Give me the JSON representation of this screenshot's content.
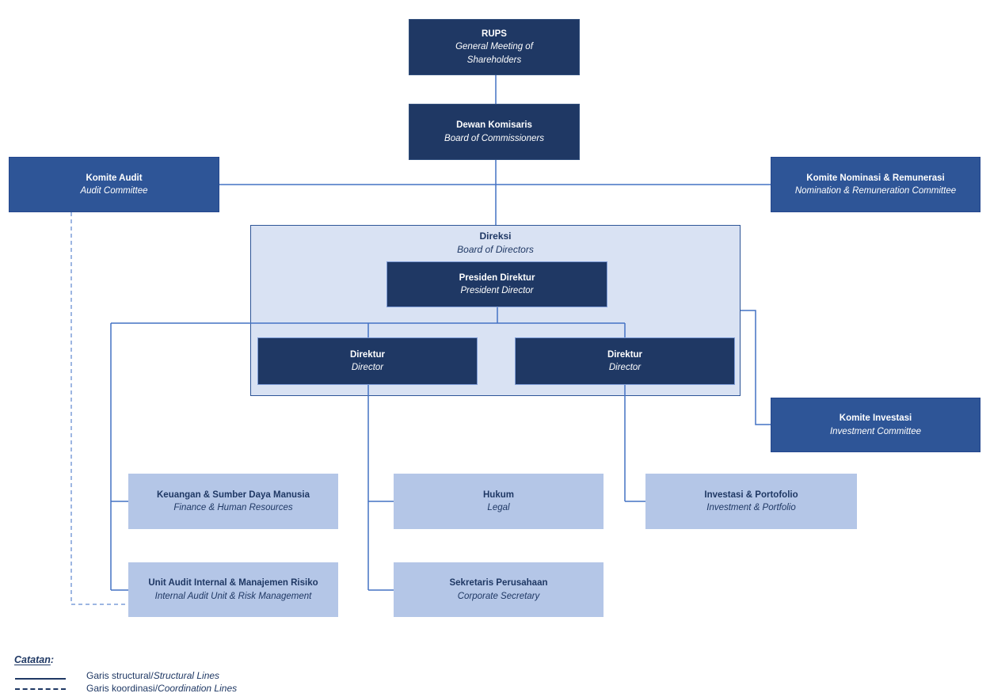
{
  "nodes": {
    "rups": {
      "title": "RUPS",
      "subtitle": "General Meeting of Shareholders"
    },
    "dewan_komisaris": {
      "title": "Dewan Komisaris",
      "subtitle": "Board of Commissioners"
    },
    "komite_audit": {
      "title": "Komite Audit",
      "subtitle": "Audit Committee"
    },
    "komite_nominasi": {
      "title": "Komite Nominasi & Remunerasi",
      "subtitle": "Nomination & Remuneration Committee"
    },
    "direksi": {
      "title": "Direksi",
      "subtitle": "Board of Directors"
    },
    "presiden_direktur": {
      "title": "Presiden Direktur",
      "subtitle": "President Director"
    },
    "direktur_1": {
      "title": "Direktur",
      "subtitle": "Director"
    },
    "direktur_2": {
      "title": "Direktur",
      "subtitle": "Director"
    },
    "komite_investasi": {
      "title": "Komite Investasi",
      "subtitle": "Investment Committee"
    },
    "keuangan_sdm": {
      "title": "Keuangan & Sumber Daya Manusia",
      "subtitle": "Finance & Human Resources"
    },
    "hukum": {
      "title": "Hukum",
      "subtitle": "Legal"
    },
    "investasi_portofolio": {
      "title": "Investasi & Portofolio",
      "subtitle": "Investment & Portfolio"
    },
    "unit_audit_internal": {
      "title": "Unit Audit Internal & Manajemen Risiko",
      "subtitle": "Internal Audit Unit & Risk Management"
    },
    "sekretaris_perusahaan": {
      "title": "Sekretaris Perusahaan",
      "subtitle": "Corporate Secretary"
    }
  },
  "edges": [
    {
      "from": "rups",
      "to": "dewan_komisaris",
      "type": "structural"
    },
    {
      "from": "dewan_komisaris",
      "to": "direksi",
      "type": "structural"
    },
    {
      "from": "dewan_komisaris",
      "to": "komite_audit",
      "type": "structural"
    },
    {
      "from": "dewan_komisaris",
      "to": "komite_nominasi",
      "type": "structural"
    },
    {
      "from": "direksi",
      "to": "komite_investasi",
      "type": "structural"
    },
    {
      "from": "presiden_direktur",
      "to": "direktur_1",
      "type": "structural"
    },
    {
      "from": "presiden_direktur",
      "to": "direktur_2",
      "type": "structural"
    },
    {
      "from": "presiden_direktur",
      "to": "keuangan_sdm",
      "type": "structural"
    },
    {
      "from": "presiden_direktur",
      "to": "unit_audit_internal",
      "type": "structural"
    },
    {
      "from": "direktur_1",
      "to": "hukum",
      "type": "structural"
    },
    {
      "from": "direktur_1",
      "to": "sekretaris_perusahaan",
      "type": "structural"
    },
    {
      "from": "direktur_2",
      "to": "investasi_portofolio",
      "type": "structural"
    },
    {
      "from": "komite_audit",
      "to": "unit_audit_internal",
      "type": "coordination"
    }
  ],
  "legend": {
    "heading": "Catatan",
    "colon": ":",
    "items": [
      {
        "line_style": "solid",
        "label": "Garis structural/",
        "label_italic": "Structural Lines"
      },
      {
        "line_style": "dashed",
        "label": "Garis koordinasi/",
        "label_italic": "Coordination Lines"
      }
    ]
  },
  "colors": {
    "dark_navy_box": "#1F3864",
    "medium_blue_box": "#2E5597",
    "light_blue_box": "#B4C6E7",
    "container_fill": "#D9E2F3",
    "structural_line": "#4472C4",
    "coordination_line": "#7D9DD9",
    "text_navy": "#1F3864"
  }
}
